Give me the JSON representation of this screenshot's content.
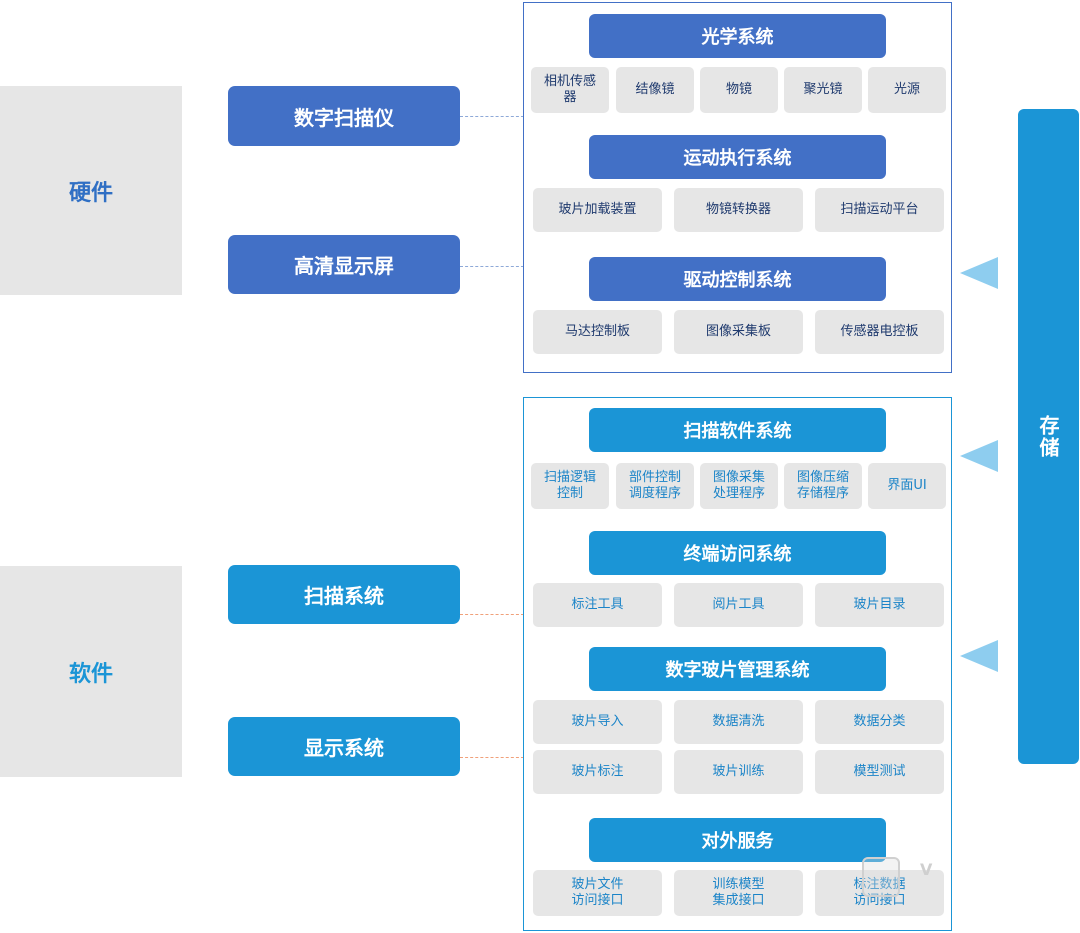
{
  "categories": {
    "hardware": "硬件",
    "software": "软件"
  },
  "nodes": {
    "scanner": "数字扫描仪",
    "display": "高清显示屏",
    "scan_system": "扫描系统",
    "display_system": "显示系统"
  },
  "storage": "存储",
  "hardware_panel": {
    "groups": [
      {
        "title": "光学系统",
        "items": [
          "相机传感\n器",
          "结像镜",
          "物镜",
          "聚光镜",
          "光源"
        ]
      },
      {
        "title": "运动执行系统",
        "items": [
          "玻片加载装置",
          "物镜转换器",
          "扫描运动平台"
        ]
      },
      {
        "title": "驱动控制系统",
        "items": [
          "马达控制板",
          "图像采集板",
          "传感器电控板"
        ]
      }
    ]
  },
  "software_panel": {
    "groups": [
      {
        "title": "扫描软件系统",
        "items": [
          "扫描逻辑\n控制",
          "部件控制\n调度程序",
          "图像采集\n处理程序",
          "图像压缩\n存储程序",
          "界面UI"
        ]
      },
      {
        "title": "终端访问系统",
        "items": [
          "标注工具",
          "阅片工具",
          "玻片目录"
        ]
      },
      {
        "title": "数字玻片管理系统",
        "items": [
          "玻片导入",
          "数据清洗",
          "数据分类",
          "玻片标注",
          "玻片训练",
          "模型测试"
        ]
      },
      {
        "title": "对外服务",
        "items": [
          "玻片文件\n访问接口",
          "训练模型\n集成接口",
          "标注数据\n访问接口"
        ]
      }
    ]
  },
  "colors": {
    "hardware": "#4270c6",
    "software": "#1b95d6",
    "cell_bg": "#e6e6e6",
    "arrow": "#8ecdef"
  }
}
